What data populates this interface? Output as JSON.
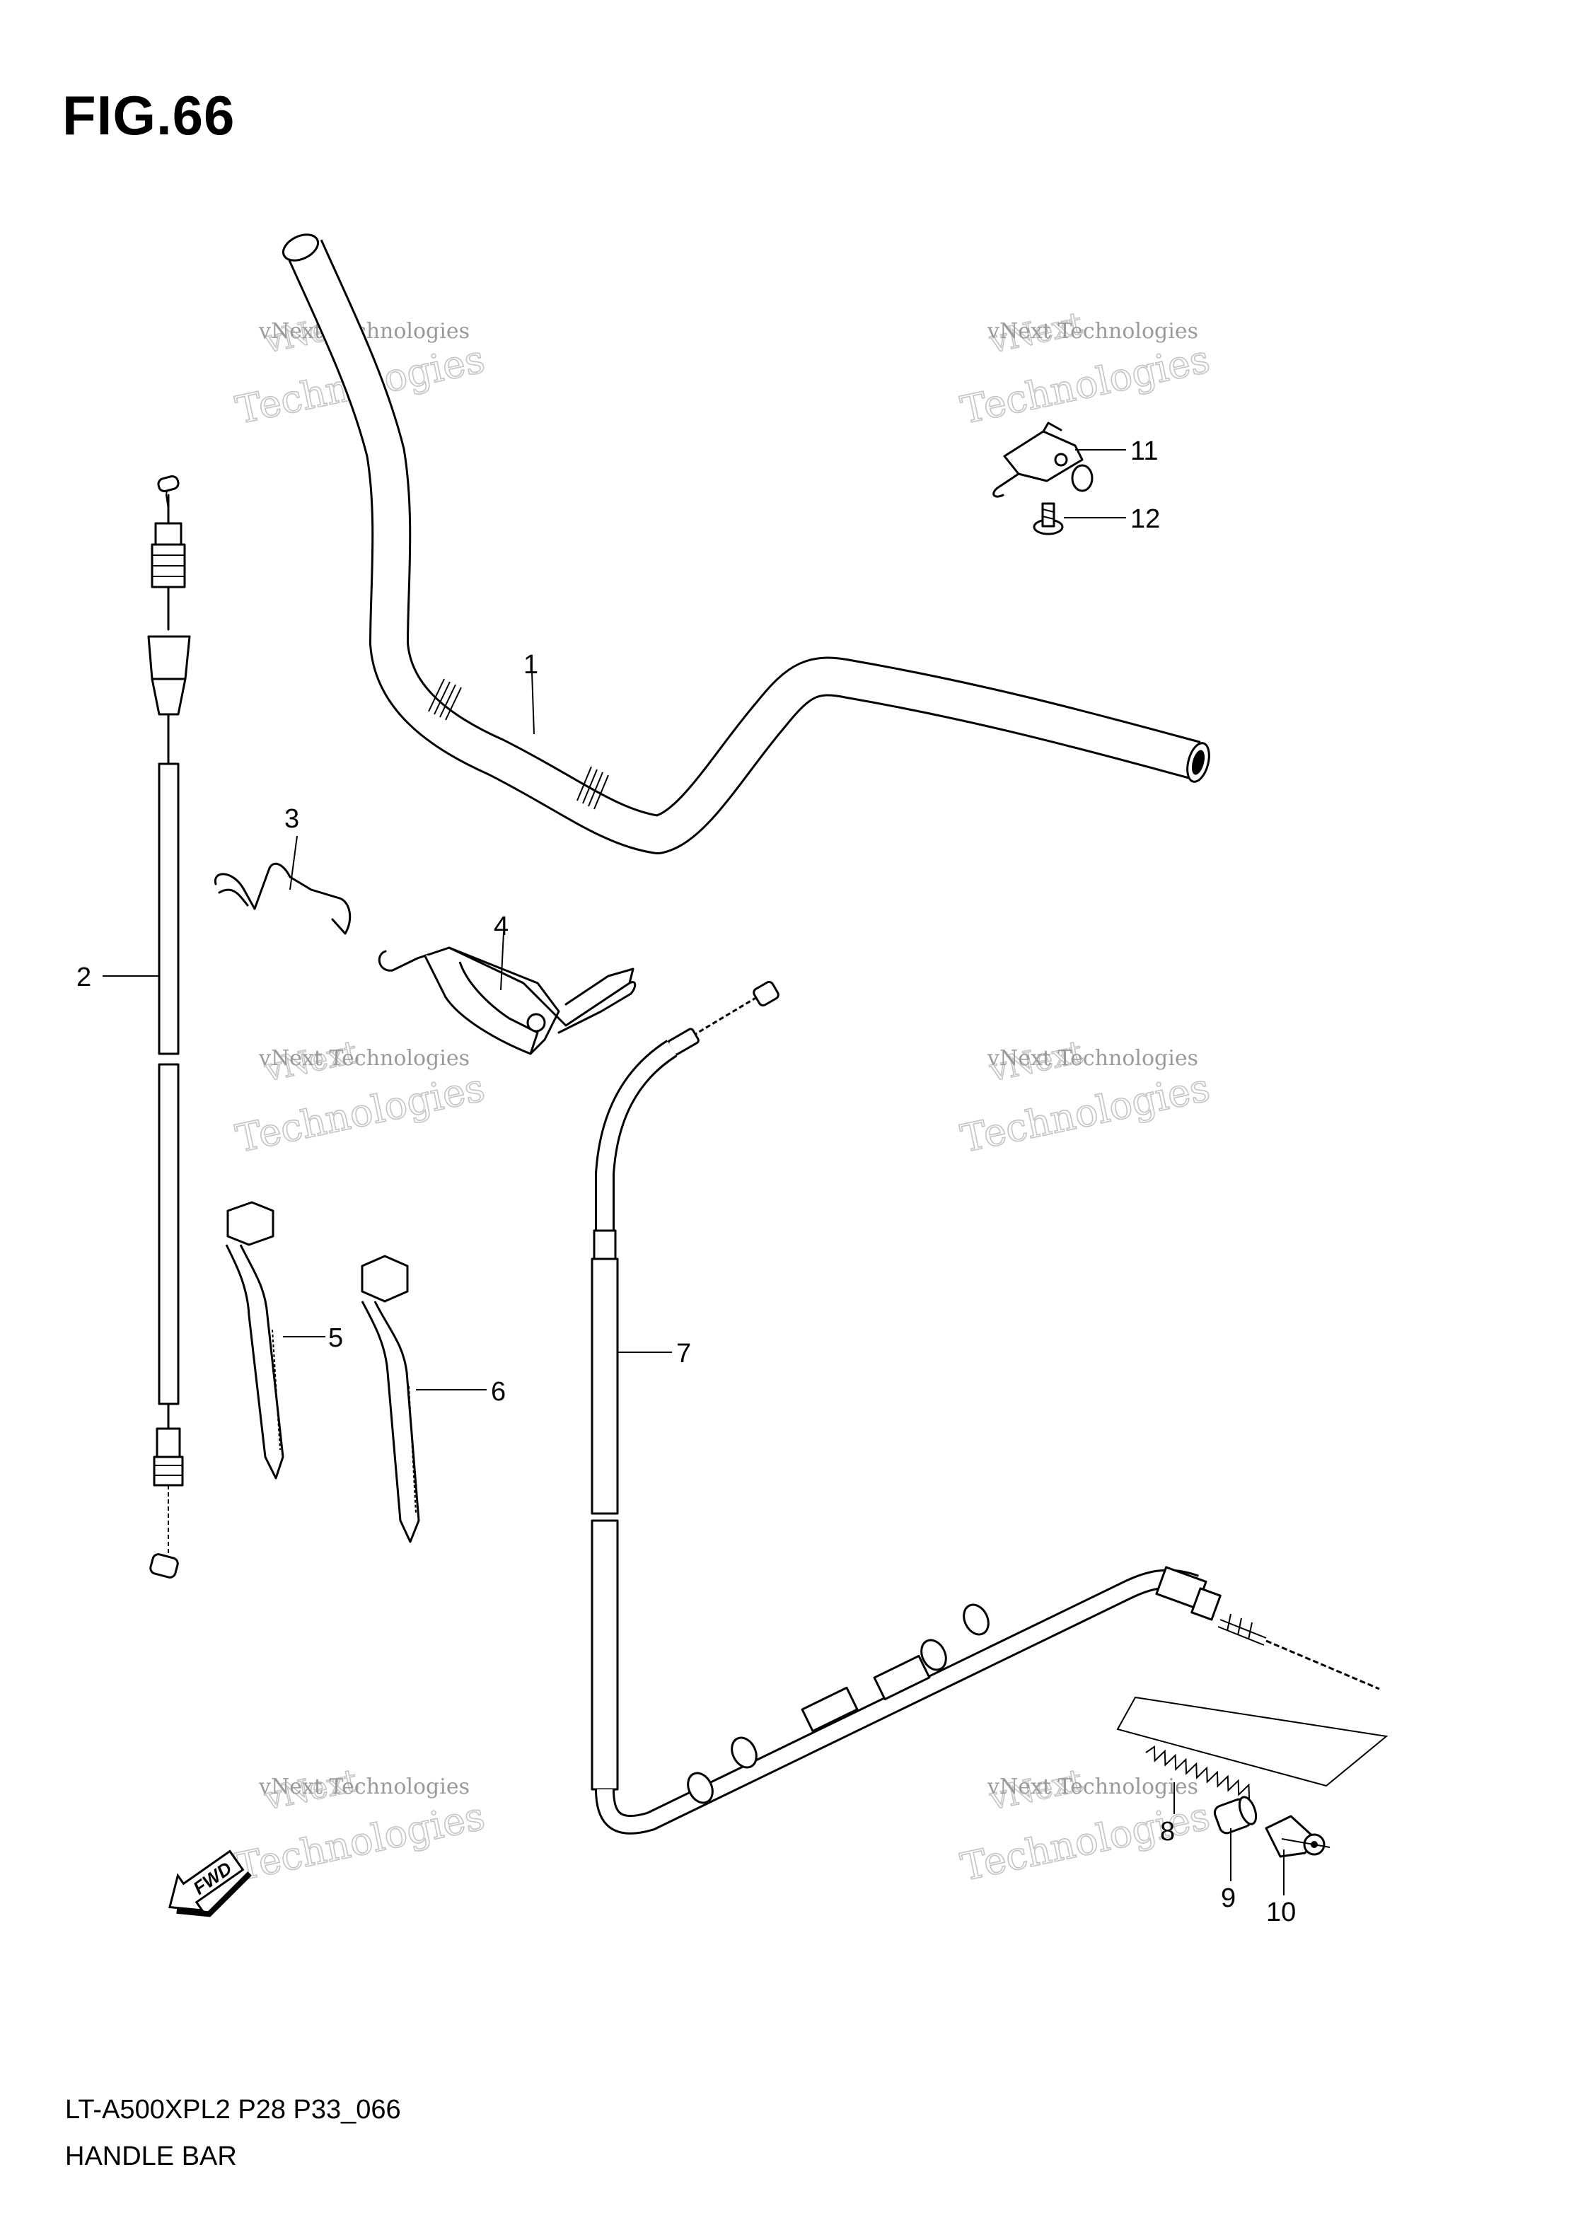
{
  "figure": {
    "title": "FIG.66",
    "code": "LT-A500XPL2 P28 P33_066",
    "name": "HANDLE BAR"
  },
  "watermark": {
    "line1": "vNext Technologies",
    "line2": "Technologies",
    "line3": "vNext"
  },
  "callouts": [
    "1",
    "2",
    "3",
    "4",
    "5",
    "6",
    "7",
    "8",
    "9",
    "10",
    "11",
    "12"
  ],
  "fwd_label": "FWD"
}
